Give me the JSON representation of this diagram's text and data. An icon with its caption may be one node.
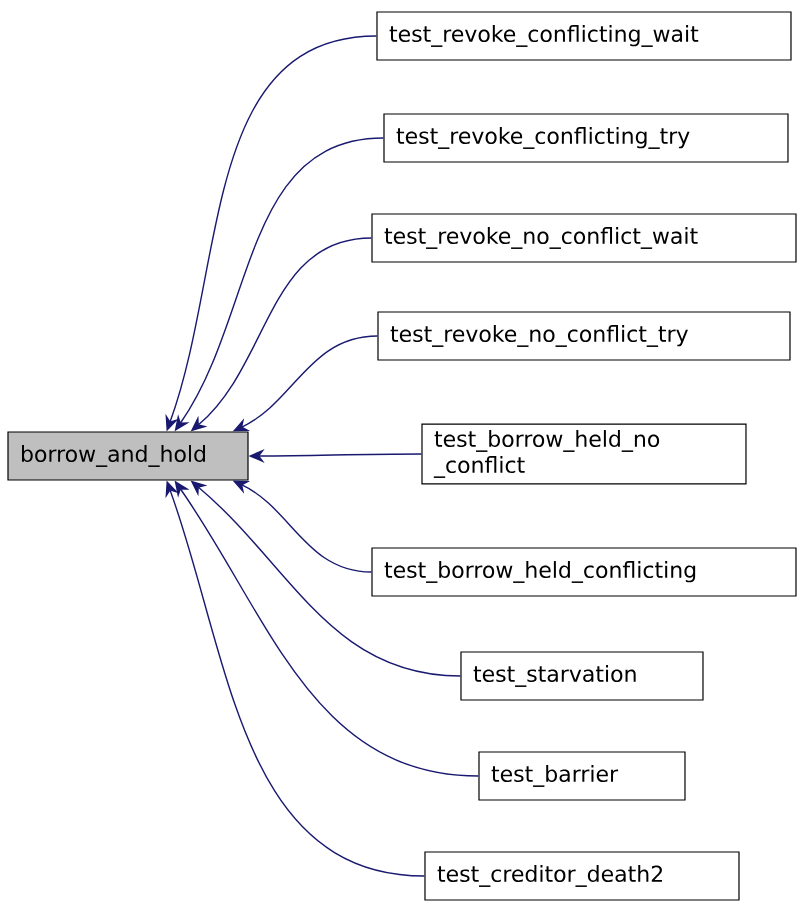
{
  "diagram": {
    "nodes": [
      {
        "text": [
          "borrow_and_hold"
        ]
      },
      {
        "text": [
          "test_revoke_conflicting_wait"
        ]
      },
      {
        "text": [
          "test_revoke_conflicting_try"
        ]
      },
      {
        "text": [
          "test_revoke_no_conflict_wait"
        ]
      },
      {
        "text": [
          "test_revoke_no_conflict_try"
        ]
      },
      {
        "text": [
          "test_borrow_held_no _conflict"
        ]
      },
      {
        "text": [
          "test_borrow_held_conflicting"
        ]
      },
      {
        "text": [
          "test_starvation"
        ]
      },
      {
        "text": [
          "test_barrier"
        ]
      },
      {
        "text": [
          "test_creditor_death2"
        ]
      }
    ],
    "edges": [
      {
        "from": 1,
        "to": 0,
        "arrow": "to"
      },
      {
        "from": 2,
        "to": 0,
        "arrow": "to"
      },
      {
        "from": 3,
        "to": 0,
        "arrow": "to"
      },
      {
        "from": 4,
        "to": 0,
        "arrow": "to"
      },
      {
        "from": 5,
        "to": 0,
        "arrow": "to"
      },
      {
        "from": 6,
        "to": 0,
        "arrow": "to"
      },
      {
        "from": 7,
        "to": 0,
        "arrow": "to"
      },
      {
        "from": 8,
        "to": 0,
        "arrow": "to"
      },
      {
        "from": 9,
        "to": 0,
        "arrow": "to"
      }
    ]
  }
}
